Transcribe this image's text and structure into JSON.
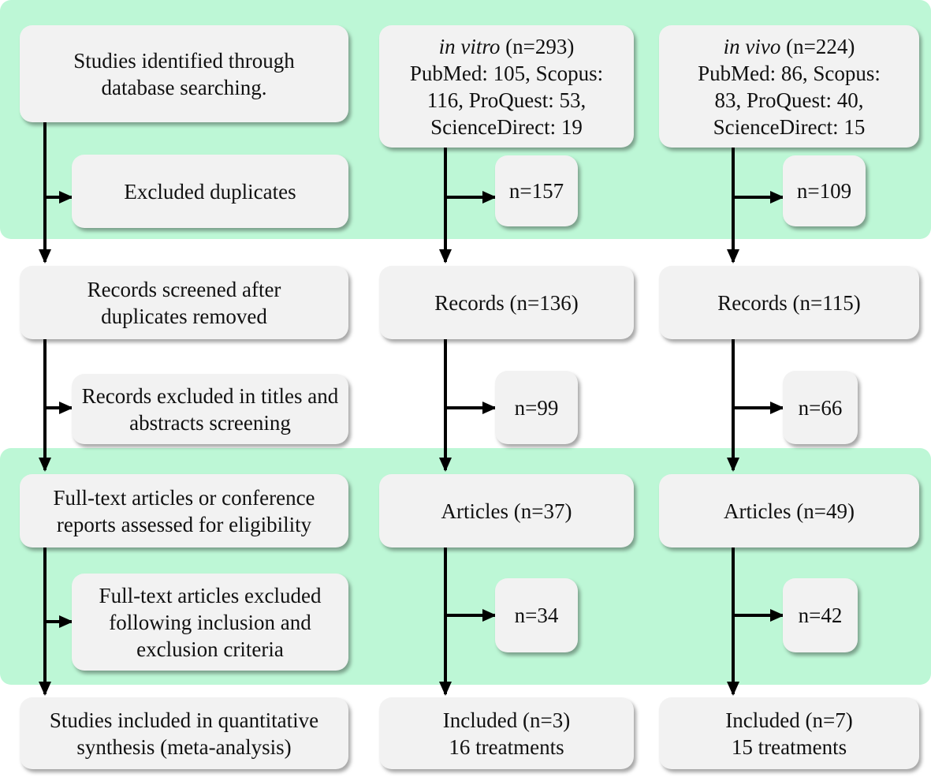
{
  "colors": {
    "band": "#bdf7d6",
    "box": "#f2f2f2",
    "arrow": "#000000"
  },
  "left": {
    "identified": "Studies identified through database searching.",
    "excluded_duplicates": "Excluded duplicates",
    "screened": "Records screened after duplicates removed",
    "excluded_titles": "Records excluded in titles and abstracts screening",
    "fulltext": "Full-text articles or conference reports assessed for eligibility",
    "excluded_fulltext": "Full-text articles excluded following inclusion and exclusion criteria",
    "included": "Studies included in quantitative synthesis (meta-analysis)"
  },
  "in_vitro": {
    "label": "in vitro",
    "count": "(n=293)",
    "sources1": "PubMed: 105, Scopus:",
    "sources2": "116, ProQuest: 53,",
    "sources3": "ScienceDirect: 19",
    "dup": "n=157",
    "records": "Records (n=136)",
    "excl1": "n=99",
    "articles": "Articles (n=37)",
    "excl2": "n=34",
    "included": "Included (n=3)",
    "treatments": "16 treatments"
  },
  "in_vivo": {
    "label": "in vivo",
    "count": "(n=224)",
    "sources1": "PubMed: 86, Scopus:",
    "sources2": "83, ProQuest: 40,",
    "sources3": "ScienceDirect: 15",
    "dup": "n=109",
    "records": "Records (n=115)",
    "excl1": "n=66",
    "articles": "Articles (n=49)",
    "excl2": "n=42",
    "included": "Included (n=7)",
    "treatments": "15 treatments"
  }
}
